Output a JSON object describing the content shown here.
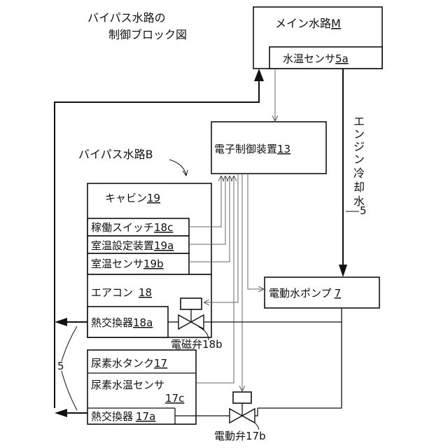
{
  "title": {
    "line1": "バイパス水路の",
    "line2": "制御ブロック図"
  },
  "main_channel": {
    "label": "メイン水路",
    "ref": "M"
  },
  "water_temp_sensor": {
    "label": "水温センサ",
    "ref": "5a"
  },
  "ecu": {
    "label": "電子制御装置",
    "ref": "13"
  },
  "bypass_label": "バイパス水路B",
  "coolant_label": {
    "chars": [
      "エ",
      "ン",
      "ジ",
      "ン",
      "冷",
      "却",
      "水"
    ],
    "ref": "5"
  },
  "cabin": {
    "label": "キャビン",
    "ref": "19"
  },
  "operation_switch": {
    "label": "稼働スイッチ",
    "ref": "18c"
  },
  "temp_setting": {
    "label": "室温設定装置",
    "ref": "19a"
  },
  "room_temp_sensor": {
    "label": "室温センサ",
    "ref": "19b"
  },
  "aircon": {
    "label": "エアコン",
    "ref": "18"
  },
  "hex_18a": {
    "label": "熱交換器",
    "ref": "18a"
  },
  "solenoid_valve": {
    "label": "電磁弁",
    "ref": "18b"
  },
  "pump": {
    "label": "電動水ポンプ",
    "ref": "7"
  },
  "urea_tank": {
    "label": "尿素水タンク",
    "ref": "17"
  },
  "urea_sensor": {
    "label": "尿素水温センサ",
    "ref": "17c"
  },
  "hex_17a": {
    "label": "熱交換器",
    "ref": "17a"
  },
  "motor_valve": {
    "label": "電動弁",
    "ref": "17b"
  },
  "return_ref": "5"
}
